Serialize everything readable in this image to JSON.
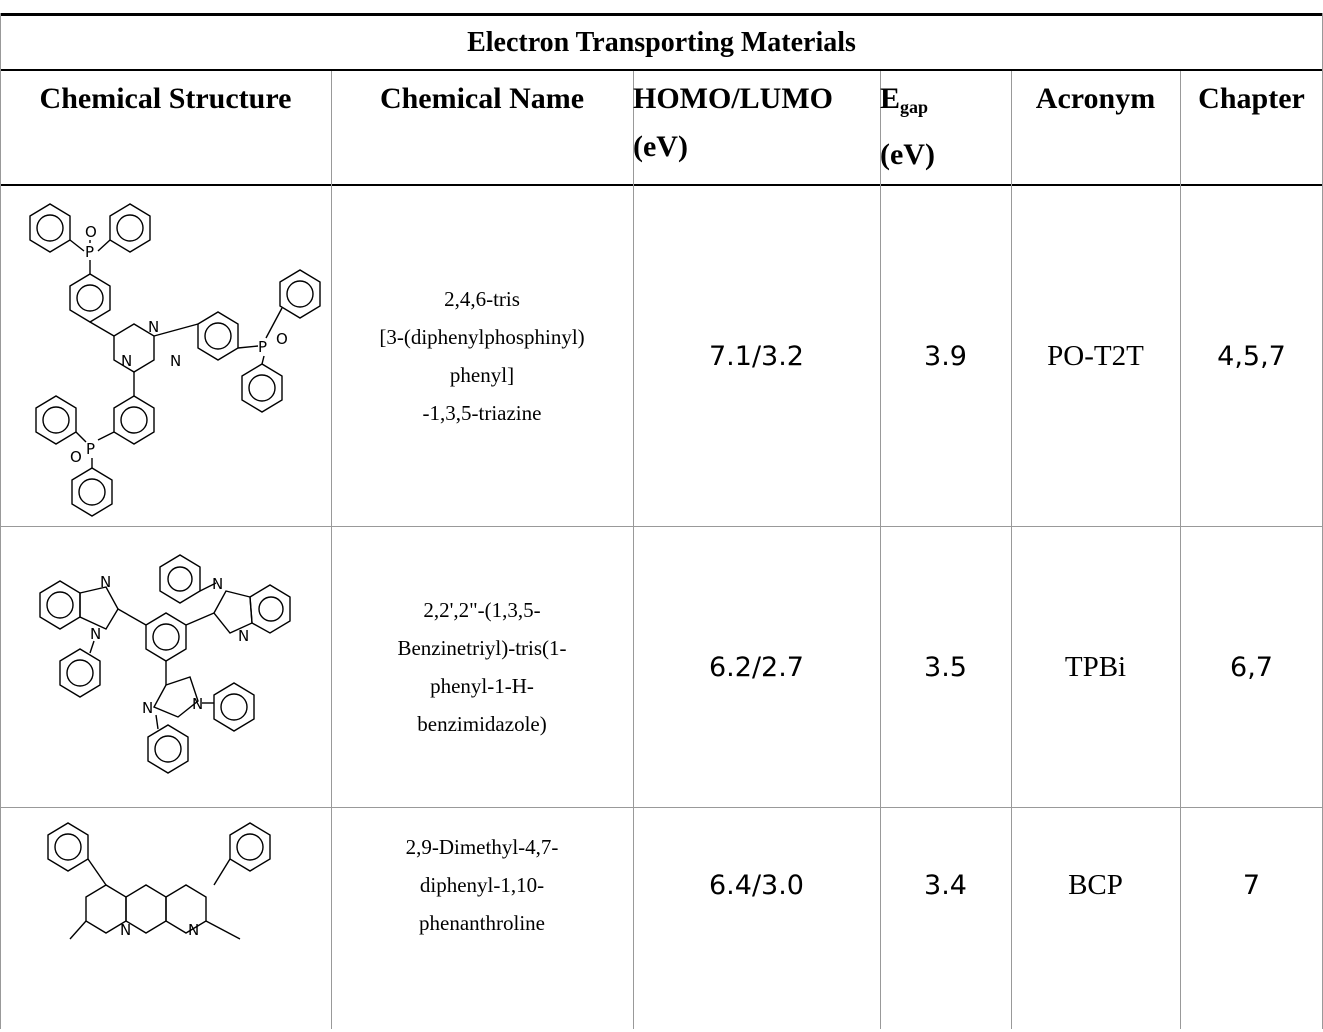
{
  "table": {
    "title": "Electron Transporting Materials",
    "headers": {
      "structure": "Chemical Structure",
      "name": "Chemical Name",
      "homo_lumo_1": "HOMO/LUMO",
      "homo_lumo_2": "(eV)",
      "egap_e": "E",
      "egap_sub": "gap",
      "egap_unit": "(eV)",
      "acronym": "Acronym",
      "chapter": "Chapter"
    },
    "rows": [
      {
        "name_lines": [
          "2,4,6-tris",
          "[3-(diphenylphosphinyl)",
          "phenyl]",
          "-1,3,5-triazine"
        ],
        "homo_lumo": "7.1/3.2",
        "egap": "3.9",
        "acronym": "PO-T2T",
        "chapter": "4,5,7",
        "structure_icon": "po-t2t-structure-icon"
      },
      {
        "name_lines": [
          "2,2',2\"-(1,3,5-",
          "Benzinetriyl)-tris(1-",
          "phenyl-1-H-",
          "benzimidazole)"
        ],
        "homo_lumo": "6.2/2.7",
        "egap": "3.5",
        "acronym": "TPBi",
        "chapter": "6,7",
        "structure_icon": "tpbi-structure-icon"
      },
      {
        "name_lines": [
          "2,9-Dimethyl-4,7-",
          "diphenyl-1,10-",
          "phenanthroline"
        ],
        "homo_lumo": "6.4/3.0",
        "egap": "3.4",
        "acronym": "BCP",
        "chapter": "7",
        "structure_icon": "bcp-structure-icon"
      }
    ],
    "atom_labels": {
      "o": "O",
      "p": "P",
      "n": "N"
    }
  }
}
